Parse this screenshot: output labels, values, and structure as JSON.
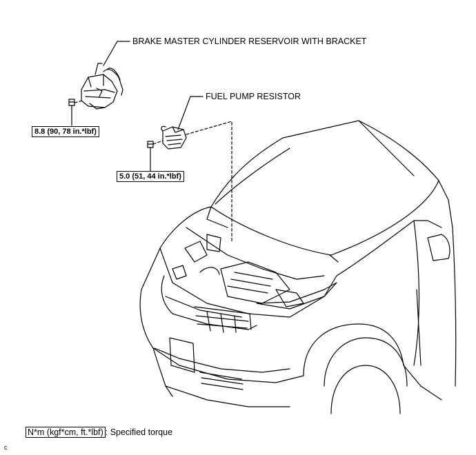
{
  "callouts": {
    "reservoir": "BRAKE MASTER CYLINDER RESERVOIR WITH BRACKET",
    "resistor": "FUEL PUMP RESISTOR"
  },
  "torques": {
    "reservoir_nut": "8.8 (90, 78 in.*lbf)",
    "resistor_nut": "5.0 (51, 44 in.*lbf)"
  },
  "legend": {
    "unit_box": "N*m (kgf*cm, ft.*lbf)",
    "description": ": Specified torque"
  },
  "corner_mark": "c"
}
